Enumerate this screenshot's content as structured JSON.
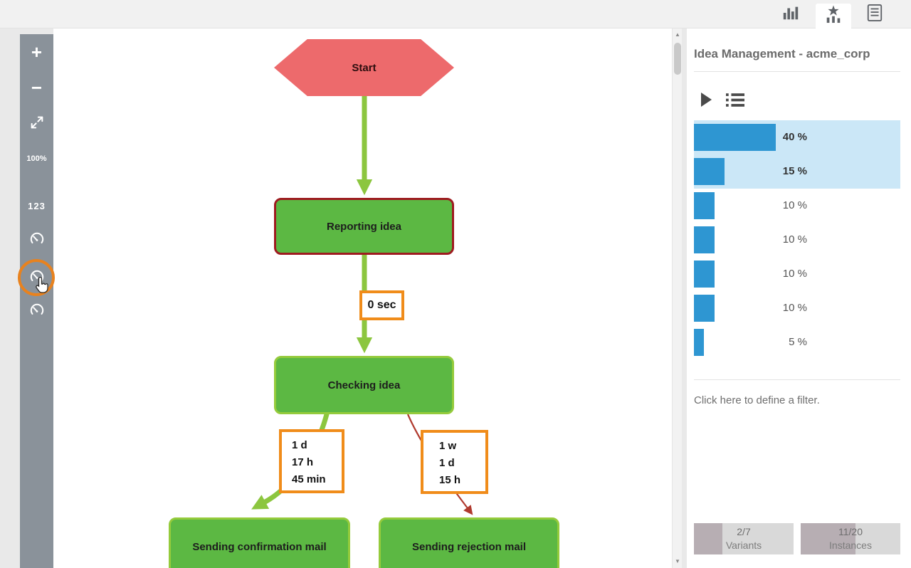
{
  "header": {
    "tabs": [
      {
        "icon": "bar-chart-icon",
        "active": false
      },
      {
        "icon": "chart-star-icon",
        "active": true
      },
      {
        "icon": "document-icon",
        "active": false
      }
    ]
  },
  "toolbar": {
    "zoom_in": "+",
    "zoom_out": "−",
    "zoom_level": "100%",
    "frequency_mode": "123",
    "icons": [
      "expand-icon",
      "gauge-icon",
      "gauge-icon",
      "gauge-icon"
    ]
  },
  "diagram": {
    "nodes": {
      "start": "Start",
      "reporting": "Reporting idea",
      "checking": "Checking idea",
      "confirmation": "Sending confirmation mail",
      "rejection": "Sending rejection mail"
    },
    "edge_labels": [
      {
        "lines": [
          "0 sec"
        ]
      },
      {
        "lines": [
          "1 d",
          "17 h",
          "45 min"
        ]
      },
      {
        "lines": [
          "1 w",
          "1 d",
          "15 h"
        ]
      }
    ]
  },
  "sidebar": {
    "title": "Idea Management - acme_corp",
    "icons": [
      "play-icon",
      "list-icon"
    ],
    "filter_hint": "Click here to define a filter.",
    "variants": {
      "value": "2/7",
      "label": "Variants",
      "fraction": 0.286
    },
    "instances": {
      "value": "11/20",
      "label": "Instances",
      "fraction": 0.55
    }
  },
  "chart_data": {
    "type": "bar",
    "orientation": "horizontal",
    "values": [
      40,
      15,
      10,
      10,
      10,
      10,
      5
    ],
    "labels": [
      "40 %",
      "15 %",
      "10 %",
      "10 %",
      "10 %",
      "10 %",
      "5 %"
    ],
    "selected_indices": [
      0,
      1
    ],
    "max_value": 40,
    "bar_color": "#2E96D2",
    "selection_color": "#CBE7F7"
  },
  "colors": {
    "accent_orange": "#F08C1A",
    "node_green": "#5CB843",
    "start_red": "#ED6A6C",
    "edge_green": "#8CC63F",
    "edge_red": "#B03A2E",
    "toolbar_gray": "#8A929A"
  },
  "cursor": {
    "icon": "hand-pointer-icon"
  }
}
